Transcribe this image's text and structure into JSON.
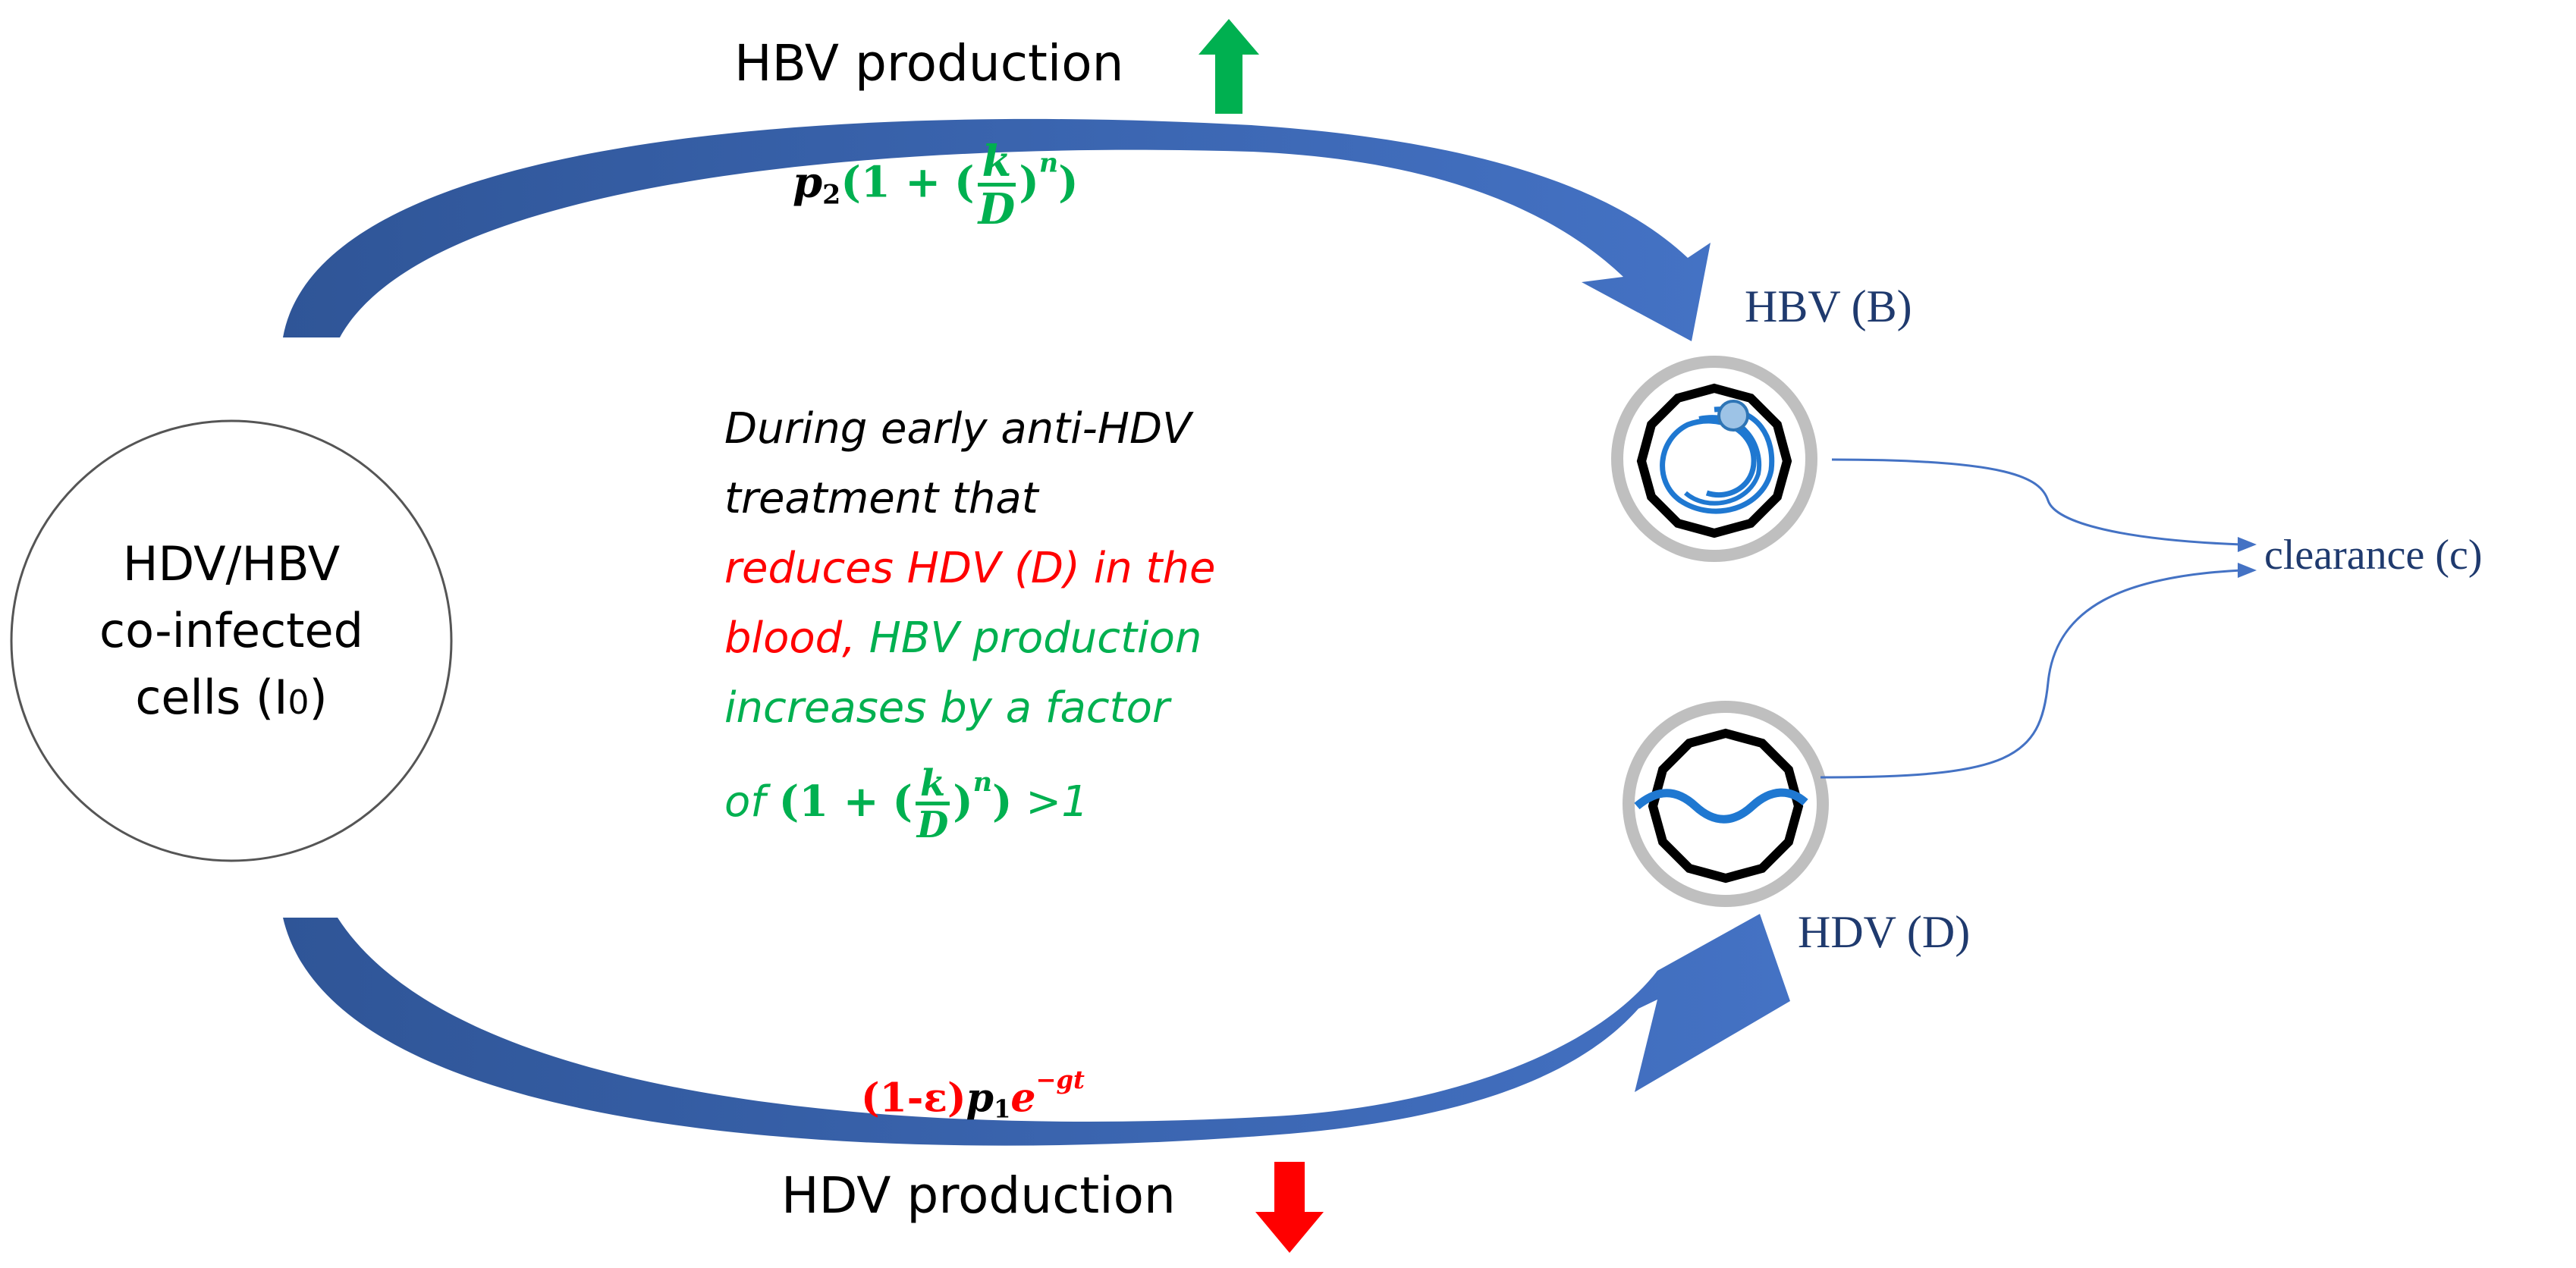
{
  "cell": {
    "line1": "HDV/HBV",
    "line2": "co-infected",
    "line3_prefix": "cells (I",
    "line3_sub": "0",
    "line3_suffix": ")"
  },
  "top": {
    "label": "HBV production",
    "rate": {
      "coef": "p",
      "coef_sub": "2",
      "open": "(1 +",
      "frac_num": "k",
      "frac_den": "D",
      "exp": "n",
      "close": ")"
    }
  },
  "bottom": {
    "label": "HDV production",
    "rate": {
      "eps": "(1-ε)",
      "coef": "p",
      "coef_sub": "1",
      "exp_base": "e",
      "exp": "−gt"
    }
  },
  "hbv_label": "HBV (B)",
  "hdv_label": "HDV (D)",
  "clearance_label": "clearance (c)",
  "caption": {
    "line1": "During early anti-HDV",
    "line2": "treatment that",
    "line3": "reduces HDV (D) in the",
    "line4_red": "blood,",
    "line4_green": " HBV production",
    "line5": "increases by a factor",
    "line6_prefix": "of ",
    "line6_open": "(1 +",
    "line6_num": "k",
    "line6_den": "D",
    "line6_exp": "n",
    "line6_close": ")",
    "line6_suffix": " >1"
  },
  "colors": {
    "arrow_blue": "#4472c4",
    "arrow_dark": "#2f5597",
    "label_navy": "#1f3a6e",
    "up_arrow": "#00b050",
    "down_arrow": "#ff0000",
    "highlight_red": "#ff0000",
    "highlight_green": "#00b050"
  }
}
